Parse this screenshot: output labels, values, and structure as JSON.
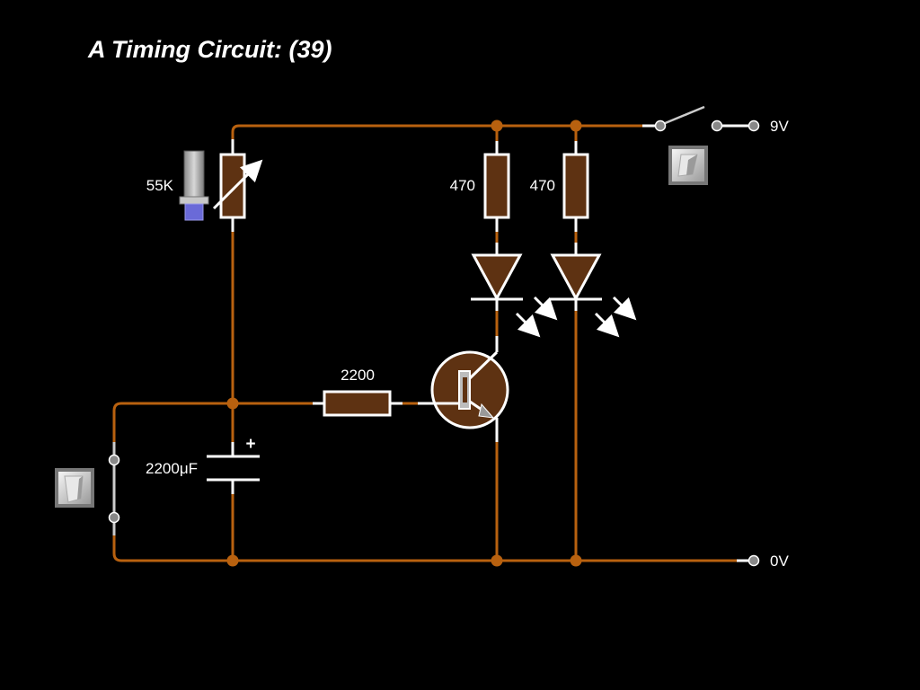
{
  "title": "A Timing Circuit: (39)",
  "labels": {
    "pot": "55K",
    "r1": "470",
    "r2": "470",
    "rbase": "2200",
    "cap": "2200μF",
    "cap_polarity": "+",
    "supply_pos": "9V",
    "supply_neg": "0V"
  },
  "colors": {
    "wire": "#b8610f",
    "component_body": "#5e3212",
    "background": "#000000"
  },
  "icons": {
    "supply_switch": "toggle-switch-icon",
    "reset_switch": "toggle-switch-icon",
    "pot_slider": "slider-knob-icon"
  }
}
